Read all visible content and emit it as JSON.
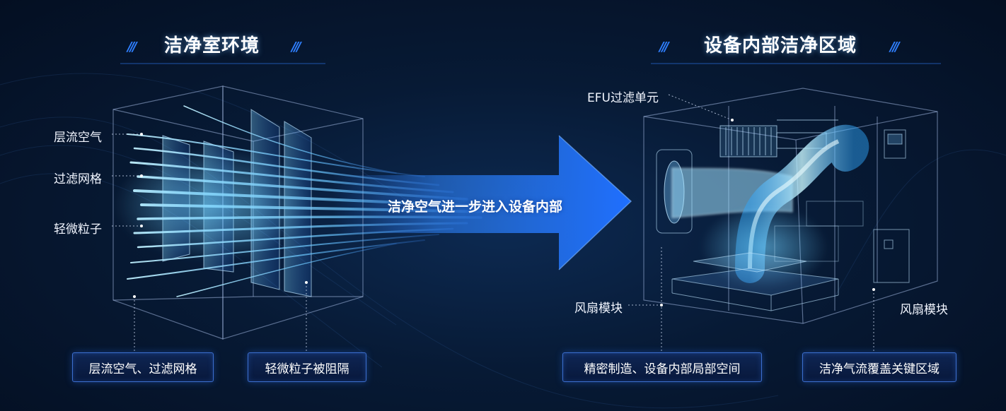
{
  "left": {
    "title": "洁净室环境",
    "labels": {
      "laminar": "层流空气",
      "grid": "过滤网格",
      "particles": "轻微粒子"
    },
    "boxes": {
      "b1": "层流空气、过滤网格",
      "b2": "轻微粒子被阻隔"
    }
  },
  "arrow": {
    "text": "洁净空气进一步进入设备内部"
  },
  "right": {
    "title": "设备内部洁净区域",
    "labels": {
      "efu": "EFU过滤单元",
      "fan_left": "风扇模块",
      "fan_right": "风扇模块"
    },
    "boxes": {
      "b3": "精密制造、设备内部局部空间",
      "b4": "洁净气流覆盖关键区域"
    }
  },
  "colors": {
    "accent": "#2f7fff",
    "glow": "#7fd4ff",
    "line": "#8fa9d6"
  }
}
